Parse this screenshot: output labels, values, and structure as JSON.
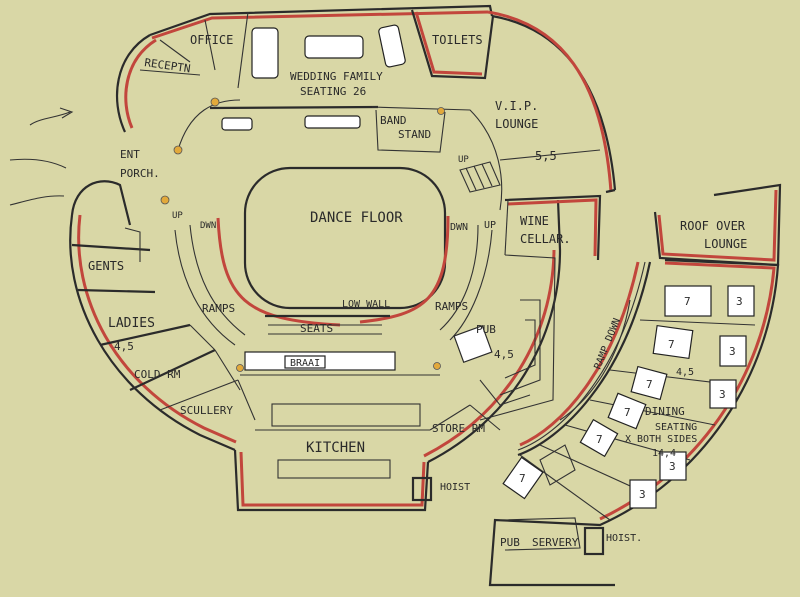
{
  "colors": {
    "background": "#d9d7a6",
    "wall_red": "#c2463c",
    "ink": "#2b2b2b",
    "fill": "#ffffff",
    "lamp": "#e2a93b"
  },
  "labels": {
    "office": "OFFICE",
    "reception": "RECEPTN",
    "toilets": "TOILETS",
    "wedding_family": "WEDDING FAMILY",
    "seating_26": "SEATING 26",
    "vip_1": "V.I.P.",
    "vip_2": "LOUNGE",
    "vip_size": "5,5",
    "band_1": "BAND",
    "band_2": "STAND",
    "ent": "ENT",
    "porch": "PORCH.",
    "dance_floor": "DANCE FLOOR",
    "wine_1": "WINE",
    "wine_2": "CELLAR.",
    "roof_1": "ROOF OVER",
    "roof_2": "LOUNGE",
    "gents": "GENTS",
    "ladies": "LADIES",
    "ladies_size": "4,5",
    "cold_rm": "COLD RM",
    "scullery": "SCULLERY",
    "kitchen": "KITCHEN",
    "braai": "BRAAI",
    "seats": "SEATS",
    "low_wall": "LOW WALL",
    "ramps_left": "RAMPS",
    "ramps_right": "RAMPS",
    "pub": "PUB",
    "pub_size": "4,5",
    "store_rm": "STORE RM",
    "hoist_1": "HOIST",
    "hoist_2": "HOIST.",
    "pub_servery_1": "PUB",
    "pub_servery_2": "SERVERY",
    "ramp_down": "RAMP DOWN",
    "dining_1": "DINING",
    "dining_2": "SEATING",
    "dining_3": "X BOTH SIDES",
    "dining_size": "14,4",
    "dining_45": "4,5",
    "up_1": "UP",
    "up_2": "UP",
    "up_3": "UP",
    "dwn_1": "DWN",
    "dwn_2": "DWN"
  },
  "table_numbers": [
    "7",
    "3",
    "7",
    "3",
    "7",
    "7",
    "7",
    "3",
    "3",
    "3",
    "7"
  ]
}
